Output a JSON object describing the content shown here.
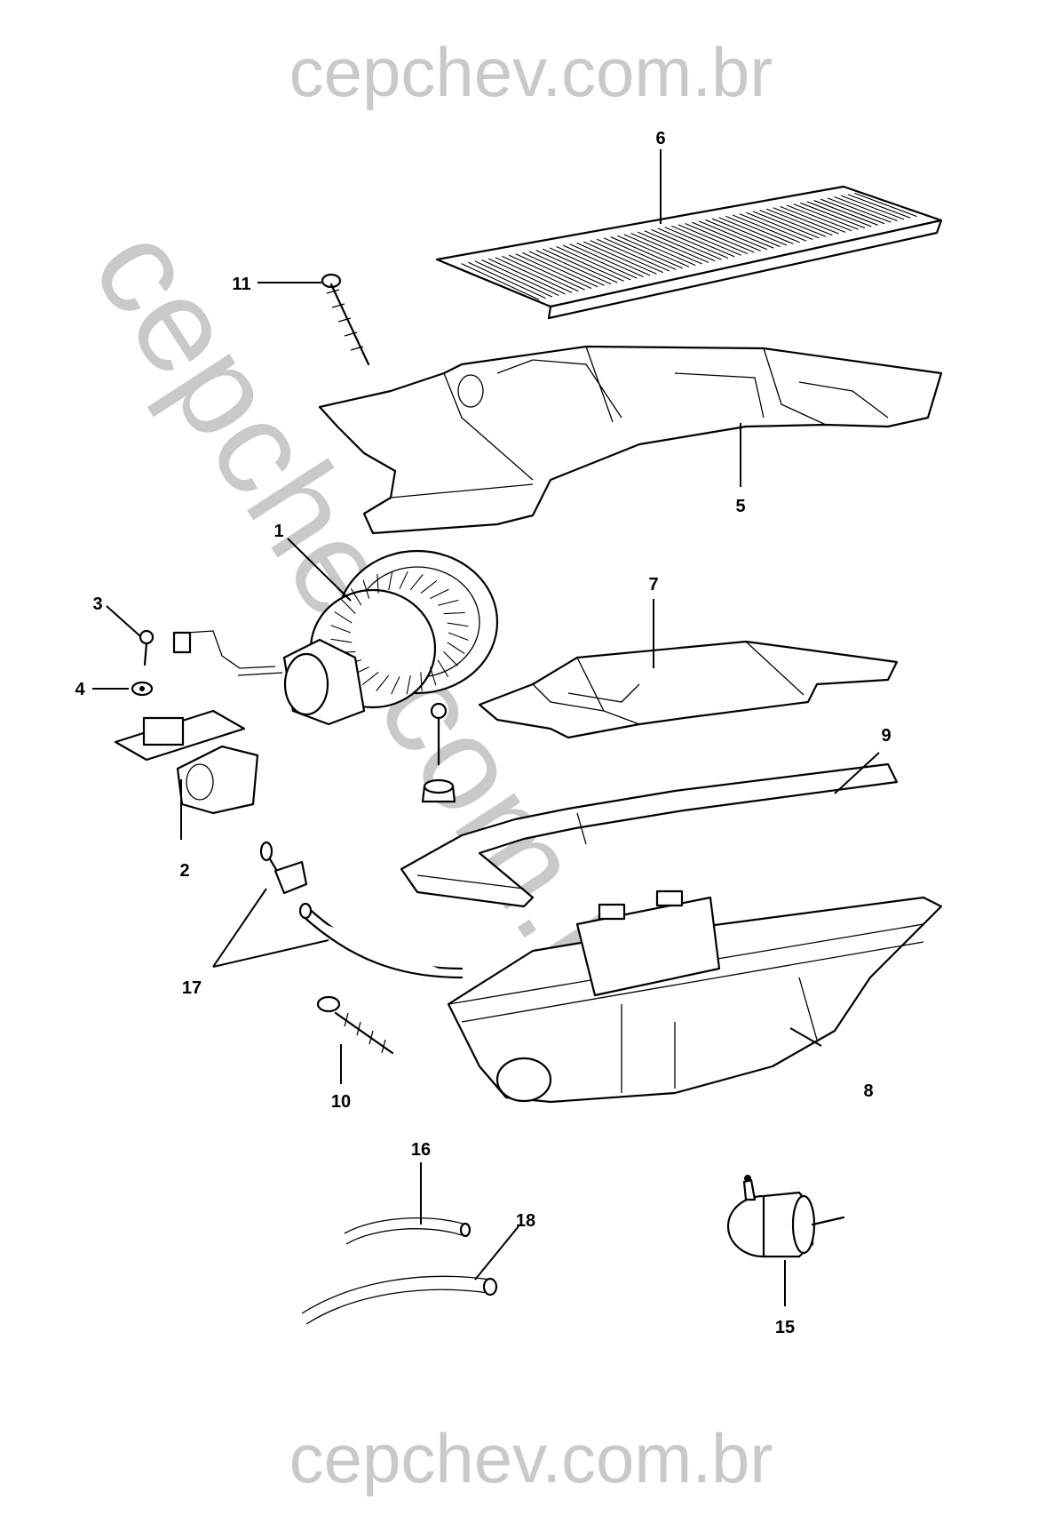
{
  "watermark": {
    "top": "cepchev.com.br",
    "bottom": "cepchev.com.br",
    "diagonal": "cepchev.com.br"
  },
  "callouts": {
    "c1": "1",
    "c2": "2",
    "c3": "3",
    "c4": "4",
    "c5": "5",
    "c6": "6",
    "c7": "7",
    "c8": "8",
    "c9": "9",
    "c10": "10",
    "c11": "11",
    "c15": "15",
    "c16": "16",
    "c17": "17",
    "c18": "18"
  }
}
